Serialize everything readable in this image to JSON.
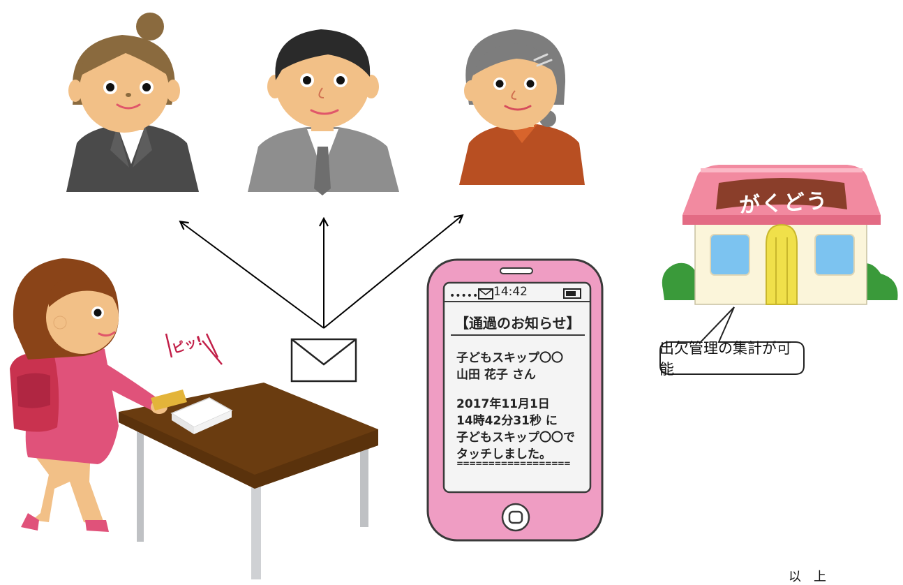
{
  "phone": {
    "status_time": "14:42",
    "heading": "【通過のお知らせ】",
    "message_lines": [
      "子どもスキップ〇〇",
      "山田 花子 さん",
      "",
      "2017年11月1日",
      "14時42分31秒 に",
      "子どもスキップ〇〇で",
      "タッチしました。"
    ],
    "divider": "=================="
  },
  "school": {
    "sign": "がくどう"
  },
  "speech_bubble": {
    "text": "出欠管理の集計が可能"
  },
  "beep": {
    "text": "ピッ!"
  },
  "footer": {
    "text": "以　上"
  }
}
